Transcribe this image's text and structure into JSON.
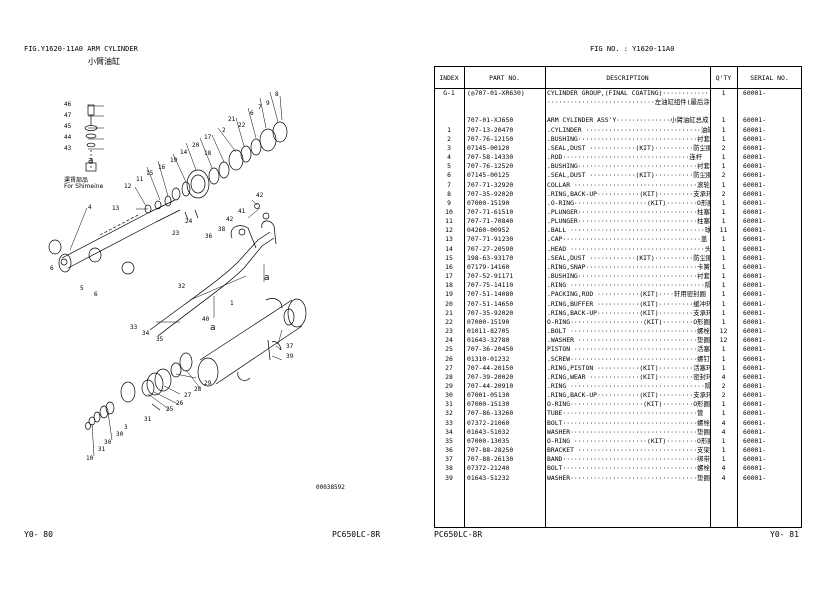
{
  "left_page": {
    "fig_title": "FIG.Y1620-11A0 ARM CYLINDER",
    "fig_title_cn": "小臂油缸",
    "legend_line1": "運賃部品",
    "legend_line2": "For Shimeine",
    "drawing_no": "00038592",
    "page_no": "Y0- 80",
    "model": "PC650LC-8R",
    "callouts": [
      "46",
      "47",
      "45",
      "44",
      "43",
      "8",
      "9",
      "7",
      "6",
      "21",
      "22",
      "2",
      "17",
      "20",
      "18",
      "19",
      "14",
      "16",
      "15",
      "11",
      "12",
      "13",
      "4",
      "24",
      "23",
      "42",
      "41",
      "42",
      "36",
      "38",
      "6",
      "5",
      "6",
      "1",
      "32",
      "40",
      "33",
      "34",
      "35",
      "37",
      "39",
      "29",
      "28",
      "27",
      "26",
      "25",
      "31",
      "3",
      "30",
      "30",
      "31",
      "10"
    ]
  },
  "right_page": {
    "fig_no": "FIG NO. : Y1620-11A0",
    "model": "PC650LC-8R",
    "page_no": "Y0- 81",
    "headers": {
      "index": "INDEX",
      "part_no": "PART NO.",
      "description": "DESCRIPTION",
      "qty": "Q'TY",
      "serial": "SERIAL NO."
    },
    "rows": [
      {
        "index": "G-1",
        "part_no": "(◎707-01-XR630)",
        "desc": "CYLINDER GROUP,(FINAL COATING)···············",
        "qty": "1",
        "serial": "60001-"
      },
      {
        "index": "",
        "part_no": "",
        "desc": "····························左油缸组件(最后涂装)",
        "qty": "",
        "serial": ""
      },
      {
        "index": "",
        "part_no": "",
        "desc": "",
        "qty": "",
        "serial": ""
      },
      {
        "index": "",
        "part_no": "707-01-XJ650",
        "desc": "ARM CYLINDER ASS'Y··············小臂油缸总成",
        "qty": "1",
        "serial": "60001-"
      },
      {
        "index": "1",
        "part_no": "707-13-20470",
        "desc": ".CYLINDER ······························油缸",
        "qty": "1",
        "serial": "60001-"
      },
      {
        "index": "2",
        "part_no": "707-76-12150",
        "desc": ".BUSHING·······························衬套",
        "qty": "1",
        "serial": "60001-"
      },
      {
        "index": "3",
        "part_no": "07145-00120",
        "desc": ".SEAL,DUST ············(KIT)··········防尘圈",
        "qty": "2",
        "serial": "60001-"
      },
      {
        "index": "4",
        "part_no": "707-58-14330",
        "desc": ".ROD·································连杆",
        "qty": "1",
        "serial": "60001-"
      },
      {
        "index": "5",
        "part_no": "707-76-12520",
        "desc": ".BUSHING·······························衬套",
        "qty": "1",
        "serial": "60001-"
      },
      {
        "index": "6",
        "part_no": "07145-00125",
        "desc": ".SEAL,DUST ············(KIT)··········防尘圈",
        "qty": "2",
        "serial": "60001-"
      },
      {
        "index": "7",
        "part_no": "707-71-32920",
        "desc": " COLLAR ································滚轮",
        "qty": "1",
        "serial": "60001-"
      },
      {
        "index": "8",
        "part_no": "707-35-92020",
        "desc": ".RING,BACK-UP···········(KIT)·········支承环",
        "qty": "2",
        "serial": "60001-"
      },
      {
        "index": "9",
        "part_no": "07000-15190",
        "desc": ".O-RING···················(KIT)········O形圈",
        "qty": "1",
        "serial": "60001-"
      },
      {
        "index": "10",
        "part_no": "707-71-61510",
        "desc": ".PLUNGER·······························柱塞",
        "qty": "1",
        "serial": "60001-"
      },
      {
        "index": "11",
        "part_no": "707-71-70840",
        "desc": ".PLUNGER·······························柱塞",
        "qty": "1",
        "serial": "60001-"
      },
      {
        "index": "12",
        "part_no": "04260-00952",
        "desc": ".BALL ···································球",
        "qty": "11",
        "serial": "60001-"
      },
      {
        "index": "13",
        "part_no": "707-71-91230",
        "desc": ".CAP····································盖",
        "qty": "1",
        "serial": "60001-"
      },
      {
        "index": "14",
        "part_no": "707-27-20590",
        "desc": ".HEAD ···································头",
        "qty": "1",
        "serial": "60001-"
      },
      {
        "index": "15",
        "part_no": "198-63-93170",
        "desc": ".SEAL,DUST ············(KIT)··········防尘圈",
        "qty": "1",
        "serial": "60001-"
      },
      {
        "index": "16",
        "part_no": "07179-14160",
        "desc": ".RING,SNAP·····························卡簧",
        "qty": "1",
        "serial": "60001-"
      },
      {
        "index": "17",
        "part_no": "707-52-91171",
        "desc": ".BUSHING·······························衬套",
        "qty": "1",
        "serial": "60001-"
      },
      {
        "index": "18",
        "part_no": "707-75-14110",
        "desc": ".RING ···································隔圈",
        "qty": "1",
        "serial": "60001-"
      },
      {
        "index": "19",
        "part_no": "707-51-14080",
        "desc": ".PACKING,ROD ···········(KIT)····轩用密封圈",
        "qty": "1",
        "serial": "60001-"
      },
      {
        "index": "20",
        "part_no": "707-51-14650",
        "desc": ".RING,BUFFER ···········(KIT)·········缓冲环",
        "qty": "1",
        "serial": "60001-"
      },
      {
        "index": "21",
        "part_no": "707-35-92020",
        "desc": ".RING,BACK-UP···········(KIT)·········支承环",
        "qty": "1",
        "serial": "60001-"
      },
      {
        "index": "22",
        "part_no": "07000-15190",
        "desc": " O-RING···················(KIT)········O形圈",
        "qty": "1",
        "serial": "60001-"
      },
      {
        "index": "23",
        "part_no": "01011-82705",
        "desc": ".BOLT ·································螺栓",
        "qty": "12",
        "serial": "60001-"
      },
      {
        "index": "24",
        "part_no": "01643-32780",
        "desc": ".WASHER ·······························垫圈",
        "qty": "12",
        "serial": "60001-"
      },
      {
        "index": "25",
        "part_no": "707-36-20450",
        "desc": " PISTON ································活塞",
        "qty": "1",
        "serial": "60001-"
      },
      {
        "index": "26",
        "part_no": "01310-01232",
        "desc": ".SCREW·································螺钉",
        "qty": "1",
        "serial": "60001-"
      },
      {
        "index": "27",
        "part_no": "707-44-20150",
        "desc": ".RING,PISTON ···········(KIT)·········活塞环",
        "qty": "1",
        "serial": "60001-"
      },
      {
        "index": "28",
        "part_no": "707-39-20020",
        "desc": ".RING,WEAR ·············(KIT)·········密封环",
        "qty": "4",
        "serial": "60001-"
      },
      {
        "index": "29",
        "part_no": "707-44-20910",
        "desc": ".RING ···································隔圈",
        "qty": "2",
        "serial": "60001-"
      },
      {
        "index": "30",
        "part_no": "07001-05130",
        "desc": ".RING,BACK-UP···········(KIT)·········支承环",
        "qty": "2",
        "serial": "60001-"
      },
      {
        "index": "31",
        "part_no": "07000-15130",
        "desc": " O-RING···················(KIT)········O形圈",
        "qty": "1",
        "serial": "60001-"
      },
      {
        "index": "32",
        "part_no": "707-86-13260",
        "desc": "TUBE···································管",
        "qty": "1",
        "serial": "60001-"
      },
      {
        "index": "33",
        "part_no": "07372-21060",
        "desc": "BOLT···································螺栓",
        "qty": "4",
        "serial": "60001-"
      },
      {
        "index": "34",
        "part_no": "01643-51032",
        "desc": "WASHER·································垫圈",
        "qty": "4",
        "serial": "60001-"
      },
      {
        "index": "35",
        "part_no": "07000-13035",
        "desc": "O-RING ···················(KIT)········O形圈",
        "qty": "1",
        "serial": "60001-"
      },
      {
        "index": "36",
        "part_no": "707-88-28250",
        "desc": "BRACKET ·······························支架",
        "qty": "1",
        "serial": "60001-"
      },
      {
        "index": "37",
        "part_no": "707-88-26130",
        "desc": "BAND···································绑带",
        "qty": "1",
        "serial": "60001-"
      },
      {
        "index": "38",
        "part_no": "07372-21240",
        "desc": "BOLT···································螺栓",
        "qty": "4",
        "serial": "60001-"
      },
      {
        "index": "39",
        "part_no": "01643-51232",
        "desc": "WASHER·································垫圈",
        "qty": "4",
        "serial": "60001-"
      }
    ]
  }
}
